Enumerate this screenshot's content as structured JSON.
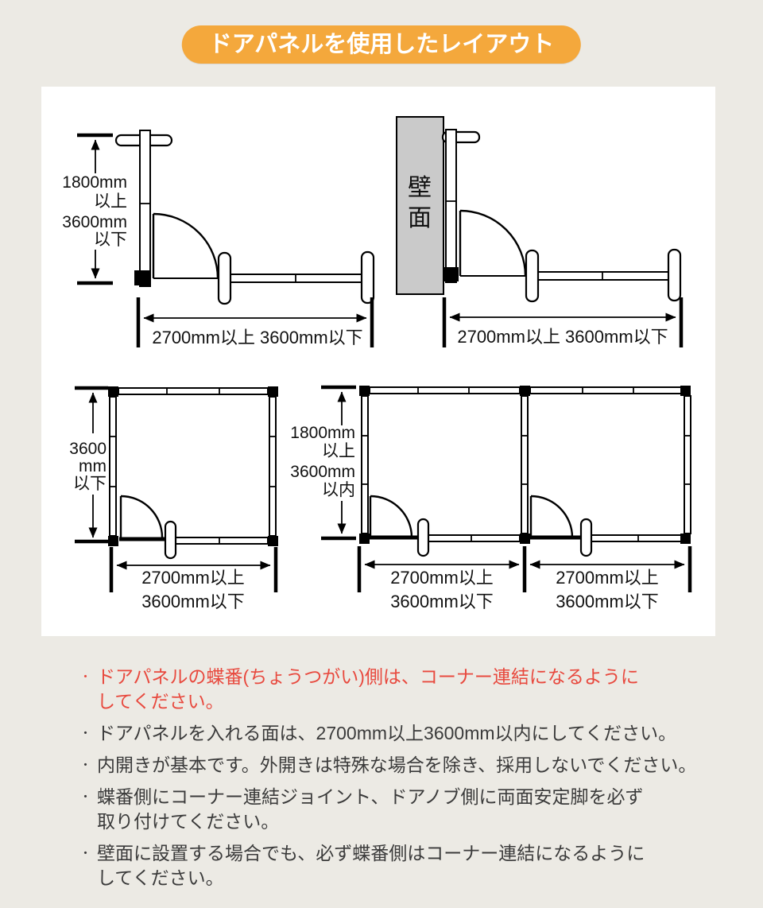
{
  "colors": {
    "page_bg": "#eceae4",
    "title_bg": "#f4a83c",
    "title_text": "#ffffff",
    "note_red": "#e8493e",
    "note_text": "#3b3b3b",
    "wall_fill": "#cacaca"
  },
  "page": {
    "title": "ドアパネルを使用したレイアウト"
  },
  "diagram_a": {
    "height_lines": [
      "1800mm",
      "以上",
      "3600mm",
      "以下"
    ],
    "width_label": "2700mm以上 3600mm以下"
  },
  "diagram_b": {
    "wall_chars": [
      "壁",
      "面"
    ],
    "width_label": "2700mm以上 3600mm以下"
  },
  "diagram_c": {
    "height_lines": [
      "3600",
      "mm",
      "以下"
    ],
    "width_lines": [
      "2700mm以上",
      "3600mm以下"
    ]
  },
  "diagram_d": {
    "height_lines": [
      "1800mm",
      "以上",
      "3600mm",
      "以内"
    ],
    "room1_width_lines": [
      "2700mm以上",
      "3600mm以下"
    ],
    "room2_width_lines": [
      "2700mm以上",
      "3600mm以下"
    ]
  },
  "notes": {
    "bullet": "・",
    "items": [
      {
        "emphasis": true,
        "text": "ドアパネルの蝶番(ちょうつがい)側は、コーナー連結になるように\nしてください。"
      },
      {
        "emphasis": false,
        "text": "ドアパネルを入れる面は、2700mm以上3600mm以内にしてください。"
      },
      {
        "emphasis": false,
        "text": "内開きが基本です。外開きは特殊な場合を除き、採用しないでください。"
      },
      {
        "emphasis": false,
        "text": "蝶番側にコーナー連結ジョイント、ドアノブ側に両面安定脚を必ず\n取り付けてください。"
      },
      {
        "emphasis": false,
        "text": "壁面に設置する場合でも、必ず蝶番側はコーナー連結になるように\nしてください。"
      }
    ]
  }
}
